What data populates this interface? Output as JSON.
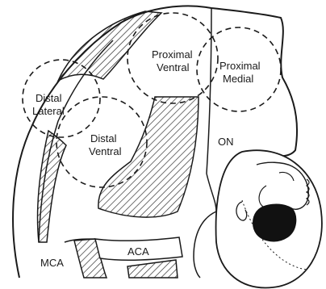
{
  "labels": {
    "proximal_ventral_1": "Proximal",
    "proximal_ventral_2": "Ventral",
    "proximal_medial_1": "Proximal",
    "proximal_medial_2": "Medial",
    "distal_lateral_1": "Distal",
    "distal_lateral_2": "Lateral",
    "distal_ventral_1": "Distal",
    "distal_ventral_2": "Ventral",
    "on": "ON",
    "mca": "MCA",
    "aca": "ACA"
  },
  "colors": {
    "ink": "#1a1a1a",
    "paper": "#ffffff",
    "hatch": "#333333"
  }
}
